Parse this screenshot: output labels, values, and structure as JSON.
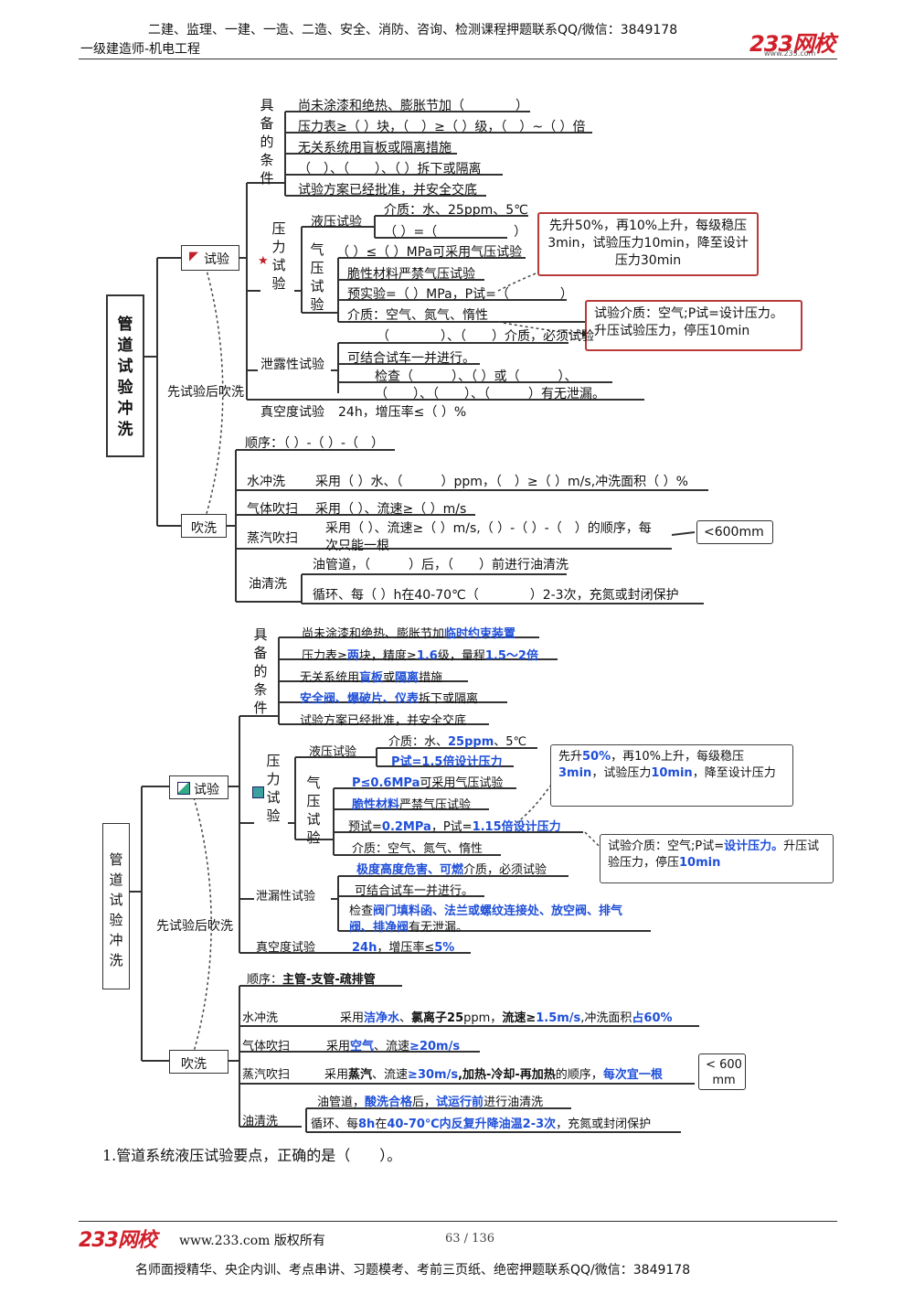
{
  "header": {
    "top_line": "二建、监理、一建、一造、二造、安全、消防、咨询、检测课程押题联系QQ/微信：3849178",
    "subtitle": "一级建造师-机电工程",
    "logo": "233网校",
    "logo_url": "www.233.com"
  },
  "root_label": "管道试验冲洗",
  "flow_label": "先试验后吹洗",
  "test_label": "试验",
  "blow_label": "吹洗",
  "conditions_label": "具备的条件",
  "pressure_label": "压力试验",
  "gas_label": "气压试验",
  "top": {
    "cond": [
      "尚未涂漆和绝热、膨胀节加（　　　　）",
      "压力表≥（ ）块，（　）≥（ ）级，（　）~（ ）倍",
      "无关系统用盲板或隔离措施",
      "（　）、（　　）、（ ）拆下或隔离",
      "试验方案已经批准，并安全交底"
    ],
    "hydro_label": "液压试验",
    "hydro_items": [
      "介质：水、25ppm、5℃",
      "（ ）=（　　　　　　）"
    ],
    "gas_items": [
      "（ ）≤（ ）MPa可采用气压试验",
      "脆性材料严禁气压试验",
      "预实验=（ ）MPa，P试=（　　　　）",
      "介质：空气、氮气、惰性"
    ],
    "note1": "先升50%，再10%上升，每级稳压3min，试验压力10min，降至设计压力30min",
    "note2": "试验介质：空气;P试=设计压力。升压试验压力，停压10min",
    "leak_label": "泄露性试验",
    "leak_items": [
      "（　　　　）、（　　）介质，必须试验",
      "可结合试车一并进行。",
      "检查（　　　）、（ ）或（　　　）、",
      "（　　）、（　　）、（　　　）有无泄漏。"
    ],
    "vac_label": "真空度试验",
    "vac_text": "24h，增压率≤（ ）%",
    "order": "顺序：（ ）-（ ）-（　）",
    "water_label": "水冲洗",
    "water_text": "采用（ ）水、（　　　）ppm，（　）≥（ ）m/s,冲洗面积（ ）%",
    "air_label": "气体吹扫",
    "air_text": "采用（ ）、流速≥（ ）m/s",
    "steam_label": "蒸汽吹扫",
    "steam_text1": "采用（ ）、流速≥（ ）m/s,（ ）-（ ）-（　）的顺序，每",
    "steam_text2": "次只能一根",
    "steam_note": "<600mm",
    "oil_label": "油清洗",
    "oil_text1": "油管道，（　　　）后，（　　）前进行油清洗",
    "oil_text2": "循环、每（ ）h在40-70℃（　　　　）2-3次，充氮或封闭保护"
  },
  "bottom": {
    "cond1a": "尚未涂漆和绝热、膨胀节加",
    "cond1b": "临时约束装置",
    "cond2a": "压力表≥",
    "cond2b": "两",
    "cond2c": "块，精度≥",
    "cond2d": "1.6",
    "cond2e": "级，量程",
    "cond2f": "1.5～2倍",
    "cond3a": "无关系统用",
    "cond3b": "盲板",
    "cond3c": "或",
    "cond3d": "隔离",
    "cond3e": "措施",
    "cond4a": "安全阀、爆破片、仪表",
    "cond4b": "拆下或隔离",
    "cond5": "试验方案已经批准，并安全交底",
    "hydro_label": "液压试验",
    "hydro1a": "介质：水、",
    "hydro1b": "25ppm",
    "hydro1c": "、5℃",
    "hydro2": "P试=1.5倍设计压力",
    "gas1a": "P≤0.6MPa",
    "gas1b": "可采用气压试验",
    "gas2a": "脆性材料",
    "gas2b": "严禁气压试验",
    "gas3a": "预试=",
    "gas3b": "0.2MPa",
    "gas3c": "，P试=",
    "gas3d": "1.15倍设计压力",
    "gas4": "介质：空气、氮气、惰性",
    "note1a": "先升",
    "note1b": "50%",
    "note1c": "，再10%上升，每级稳压",
    "note1d": "3min",
    "note1e": "，试验压力",
    "note1f": "10min",
    "note1g": "，降至设计压力",
    "note2a": "试验介质：空气;P试=",
    "note2b": "设计压力。",
    "note2c": "升压试验压力，停压",
    "note2d": "10min",
    "leak_label": "泄漏性试验",
    "leak1a": "极度高度危害、可燃",
    "leak1b": "介质，必须试验",
    "leak2": "可结合试车一并进行。",
    "leak3a": "检查",
    "leak3b": "阀门填料函、法兰或螺纹连接处、放空阀、排气",
    "leak4a": "阀、排净阀",
    "leak4b": "有无泄漏。",
    "vac_label": "真空度试验",
    "vac_a": "24h",
    "vac_b": "，增压率≤",
    "vac_c": "5%",
    "order_a": "顺序：",
    "order_b": "主管-支管-疏排管",
    "water_label": "水冲洗",
    "water_a": "采用",
    "water_b": "洁净水",
    "water_c": "、",
    "water_d": "氯离子25",
    "water_e": "ppm，",
    "water_f": "流速≥",
    "water_g": "1.5m/s",
    "water_h": ",冲洗面积",
    "water_i": "占60%",
    "air_label": "气体吹扫",
    "air_a": "采用",
    "air_b": "空气",
    "air_c": "、流速",
    "air_d": "≥20m/s",
    "steam_label": "蒸汽吹扫",
    "steam_a": "采用",
    "steam_b": "蒸汽",
    "steam_c": "、流速",
    "steam_d": "≥30m/s",
    "steam_e": ",加热-冷却-再加热",
    "steam_f": "的顺序，",
    "steam_g": "每次宜一根",
    "steam_note": "< 600 mm",
    "oil_label": "油清洗",
    "oil1a": "油管道，",
    "oil1b": "酸洗合格",
    "oil1c": "后，",
    "oil1d": "试运行前",
    "oil1e": "进行油清洗",
    "oil2a": "循环、每",
    "oil2b": "8h",
    "oil2c": "在",
    "oil2d": "40-70℃内反复升降油温2-3次",
    "oil2e": "，充氮或封闭保护"
  },
  "question": "1.管道系统液压试验要点，正确的是（　　）。",
  "footer": {
    "logo": "233网校",
    "copyright": "www.233.com 版权所有",
    "page": "63 / 136",
    "bottom_line": "名师面授精华、央企内训、考点串讲、习题模考、考前三页纸、绝密押题联系QQ/微信：3849178"
  }
}
